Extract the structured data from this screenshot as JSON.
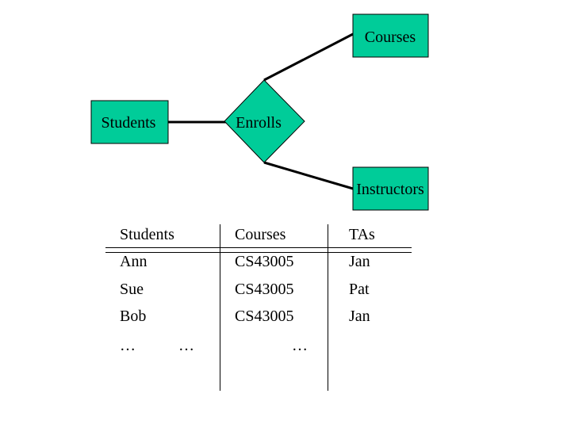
{
  "colors": {
    "entity_fill": "#00CC99",
    "stroke": "#000000",
    "background": "#FFFFFF"
  },
  "er_diagram": {
    "entities": {
      "courses": "Courses",
      "students": "Students",
      "instructors": "Instructors"
    },
    "relationship": "Enrolls"
  },
  "table": {
    "headers": [
      "Students",
      "Courses",
      "TAs"
    ],
    "rows": [
      [
        "Ann",
        "CS43005",
        "Jan"
      ],
      [
        "Sue",
        "CS43005",
        "Pat"
      ],
      [
        "Bob",
        "CS43005",
        "Jan"
      ]
    ],
    "ellipsis": [
      "…",
      "…",
      "…"
    ]
  }
}
